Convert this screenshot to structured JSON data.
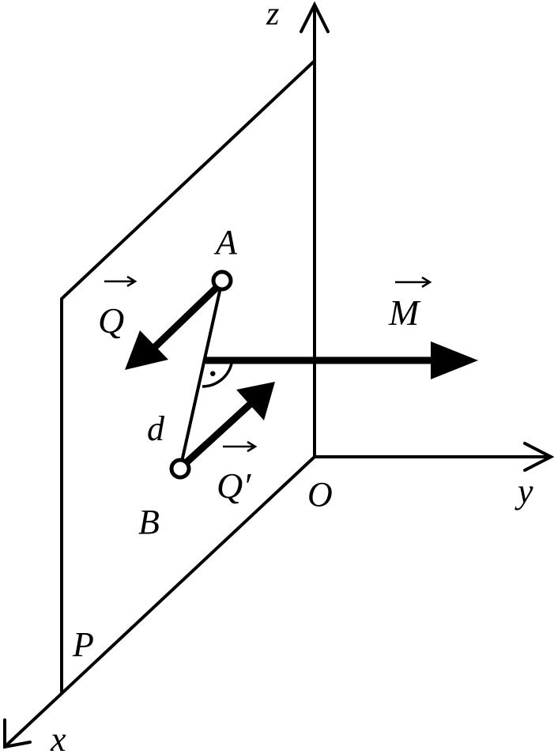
{
  "labels": {
    "z_axis": "z",
    "y_axis": "y",
    "x_axis": "x",
    "origin": "O",
    "plane": "P",
    "point_a": "A",
    "point_b": "B",
    "distance": "d",
    "force_q": "Q",
    "force_q_prime": "Q′",
    "moment": "M",
    "perpendicular_mark": "·"
  },
  "colors": {
    "ink": "#000000",
    "background": "#ffffff"
  }
}
